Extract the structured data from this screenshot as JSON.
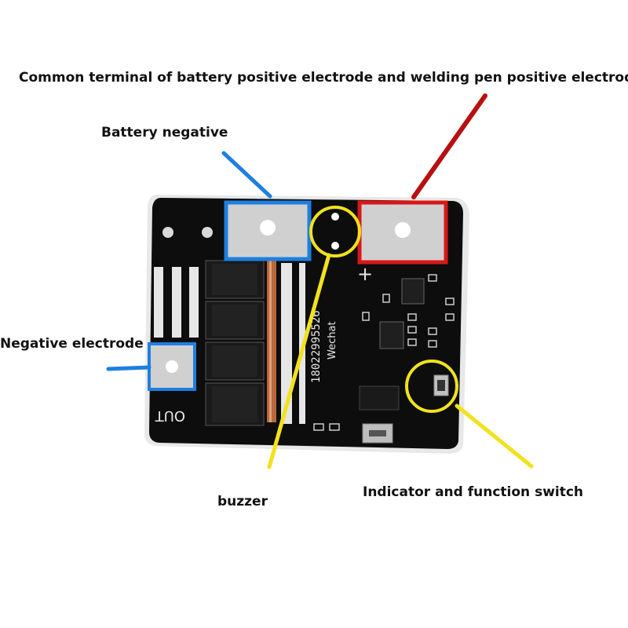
{
  "labels": {
    "common_terminal": "Common terminal of battery positive electrode and welding pen positive electrode",
    "battery_negative": "Battery negative",
    "negative_electrode": "Negative electrode",
    "buzzer": "buzzer",
    "indicator_switch": "Indicator and function switch"
  },
  "board": {
    "silkscreen_number": "18022995526",
    "silkscreen_wechat": "Wechat",
    "out_label": "OUT",
    "plus_sign": "+"
  },
  "colors": {
    "board": "#0d0d0d",
    "blue_marker": "#1e7fe0",
    "red_marker": "#d81818",
    "yellow_marker": "#f2e21c",
    "red_pointer": "#b81010"
  }
}
